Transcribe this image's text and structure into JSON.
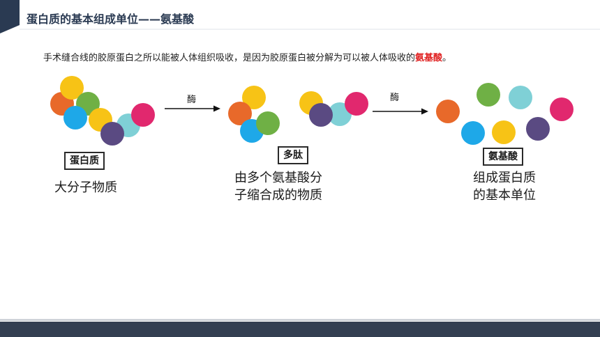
{
  "header": {
    "title": "蛋白质的基本组成单位——氨基酸"
  },
  "intro": {
    "text": "手术缝合线的胶原蛋白之所以能被人体组织吸收，是因为胶原蛋白被分解为可以被人体吸收的",
    "highlight": "氨基酸",
    "suffix": "。"
  },
  "stages": [
    {
      "label": "蛋白质",
      "desc_lines": [
        "大分子物质"
      ]
    },
    {
      "label": "多肽",
      "desc_lines": [
        "由多个氨基酸分",
        "子缩合成的物质"
      ]
    },
    {
      "label": "氨基酸",
      "desc_lines": [
        "组成蛋白质",
        "的基本单位"
      ]
    }
  ],
  "arrows": [
    {
      "label": "酶"
    },
    {
      "label": "酶"
    }
  ],
  "colors": {
    "yellow": "#f7c316",
    "orange": "#e8692a",
    "green": "#6fb045",
    "blue": "#1ea8e8",
    "teal": "#7fd0d6",
    "purple": "#5a4a82",
    "pink": "#e1286e",
    "title_accent": "#2a3a52"
  }
}
